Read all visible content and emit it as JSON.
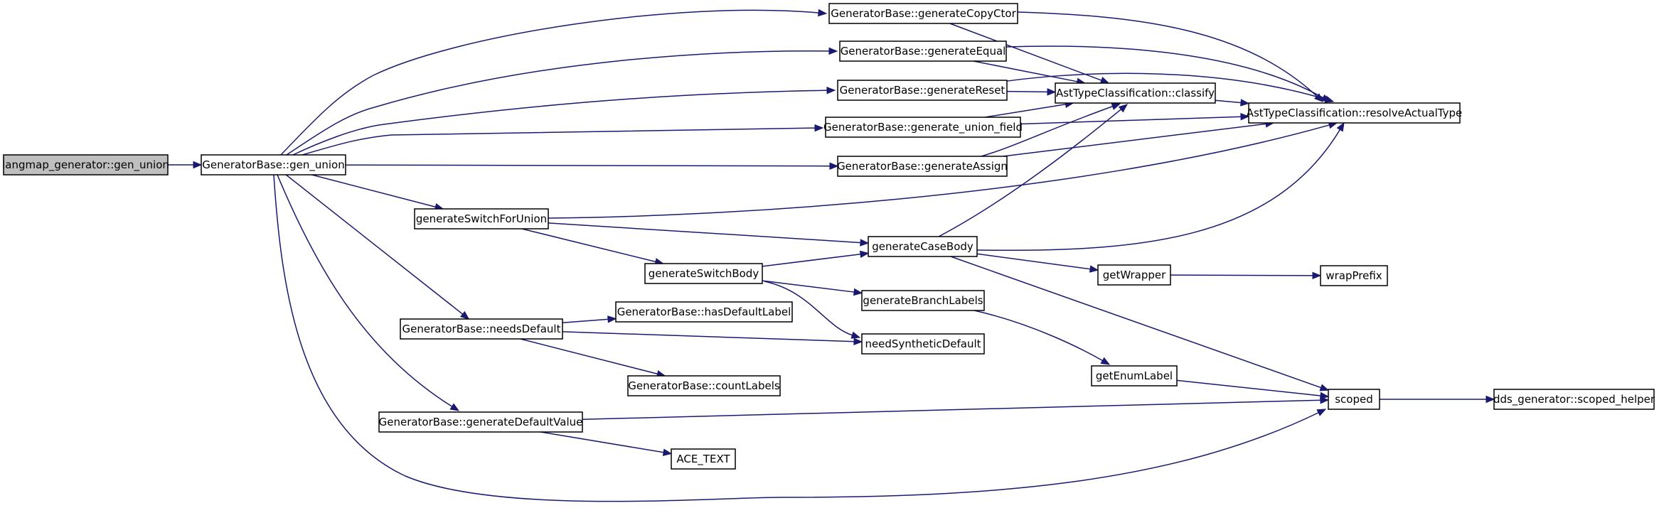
{
  "colors": {
    "edge": "#191970",
    "node_border": "#000000",
    "node_fill": "#ffffff",
    "root_fill": "#bfbfbf"
  },
  "nodes": [
    {
      "id": "root",
      "label": "langmap_generator::gen_union",
      "root": true
    },
    {
      "id": "gen_union",
      "label": "GeneratorBase::gen_union"
    },
    {
      "id": "copyctor",
      "label": "GeneratorBase::generateCopyCtor"
    },
    {
      "id": "equal",
      "label": "GeneratorBase::generateEqual"
    },
    {
      "id": "reset",
      "label": "GeneratorBase::generateReset"
    },
    {
      "id": "union_field",
      "label": "GeneratorBase::generate_union_field"
    },
    {
      "id": "assign",
      "label": "GeneratorBase::generateAssign"
    },
    {
      "id": "classify",
      "label": "AstTypeClassification::classify"
    },
    {
      "id": "resolve",
      "label": "AstTypeClassification::resolveActualType"
    },
    {
      "id": "switch_union",
      "label": "generateSwitchForUnion"
    },
    {
      "id": "case_body",
      "label": "generateCaseBody"
    },
    {
      "id": "switch_body",
      "label": "generateSwitchBody"
    },
    {
      "id": "get_wrapper",
      "label": "getWrapper"
    },
    {
      "id": "wrap_prefix",
      "label": "wrapPrefix"
    },
    {
      "id": "branch_labels",
      "label": "generateBranchLabels"
    },
    {
      "id": "needs_default",
      "label": "GeneratorBase::needsDefault"
    },
    {
      "id": "has_default",
      "label": "GeneratorBase::hasDefaultLabel"
    },
    {
      "id": "need_synth",
      "label": "needSyntheticDefault"
    },
    {
      "id": "enum_label",
      "label": "getEnumLabel"
    },
    {
      "id": "count_labels",
      "label": "GeneratorBase::countLabels"
    },
    {
      "id": "default_value",
      "label": "GeneratorBase::generateDefaultValue"
    },
    {
      "id": "scoped",
      "label": "scoped"
    },
    {
      "id": "scoped_helper",
      "label": "dds_generator::scoped_helper"
    },
    {
      "id": "ace_text",
      "label": "ACE_TEXT"
    }
  ],
  "edges": [
    {
      "from": "root",
      "to": "gen_union"
    },
    {
      "from": "gen_union",
      "to": "copyctor"
    },
    {
      "from": "gen_union",
      "to": "equal"
    },
    {
      "from": "gen_union",
      "to": "reset"
    },
    {
      "from": "gen_union",
      "to": "union_field"
    },
    {
      "from": "gen_union",
      "to": "assign"
    },
    {
      "from": "gen_union",
      "to": "switch_union"
    },
    {
      "from": "gen_union",
      "to": "needs_default"
    },
    {
      "from": "gen_union",
      "to": "default_value"
    },
    {
      "from": "gen_union",
      "to": "scoped"
    },
    {
      "from": "copyctor",
      "to": "classify"
    },
    {
      "from": "copyctor",
      "to": "resolve"
    },
    {
      "from": "equal",
      "to": "classify"
    },
    {
      "from": "equal",
      "to": "resolve"
    },
    {
      "from": "reset",
      "to": "classify"
    },
    {
      "from": "reset",
      "to": "resolve"
    },
    {
      "from": "union_field",
      "to": "classify"
    },
    {
      "from": "union_field",
      "to": "resolve"
    },
    {
      "from": "assign",
      "to": "classify"
    },
    {
      "from": "assign",
      "to": "resolve"
    },
    {
      "from": "classify",
      "to": "resolve"
    },
    {
      "from": "switch_union",
      "to": "resolve"
    },
    {
      "from": "switch_union",
      "to": "case_body"
    },
    {
      "from": "switch_union",
      "to": "switch_body"
    },
    {
      "from": "case_body",
      "to": "classify"
    },
    {
      "from": "case_body",
      "to": "resolve"
    },
    {
      "from": "case_body",
      "to": "get_wrapper"
    },
    {
      "from": "case_body",
      "to": "scoped"
    },
    {
      "from": "switch_body",
      "to": "case_body"
    },
    {
      "from": "switch_body",
      "to": "branch_labels"
    },
    {
      "from": "switch_body",
      "to": "need_synth"
    },
    {
      "from": "get_wrapper",
      "to": "wrap_prefix"
    },
    {
      "from": "branch_labels",
      "to": "enum_label"
    },
    {
      "from": "enum_label",
      "to": "scoped"
    },
    {
      "from": "needs_default",
      "to": "has_default"
    },
    {
      "from": "needs_default",
      "to": "need_synth"
    },
    {
      "from": "needs_default",
      "to": "count_labels"
    },
    {
      "from": "default_value",
      "to": "scoped"
    },
    {
      "from": "default_value",
      "to": "ace_text"
    },
    {
      "from": "scoped",
      "to": "scoped_helper"
    }
  ]
}
